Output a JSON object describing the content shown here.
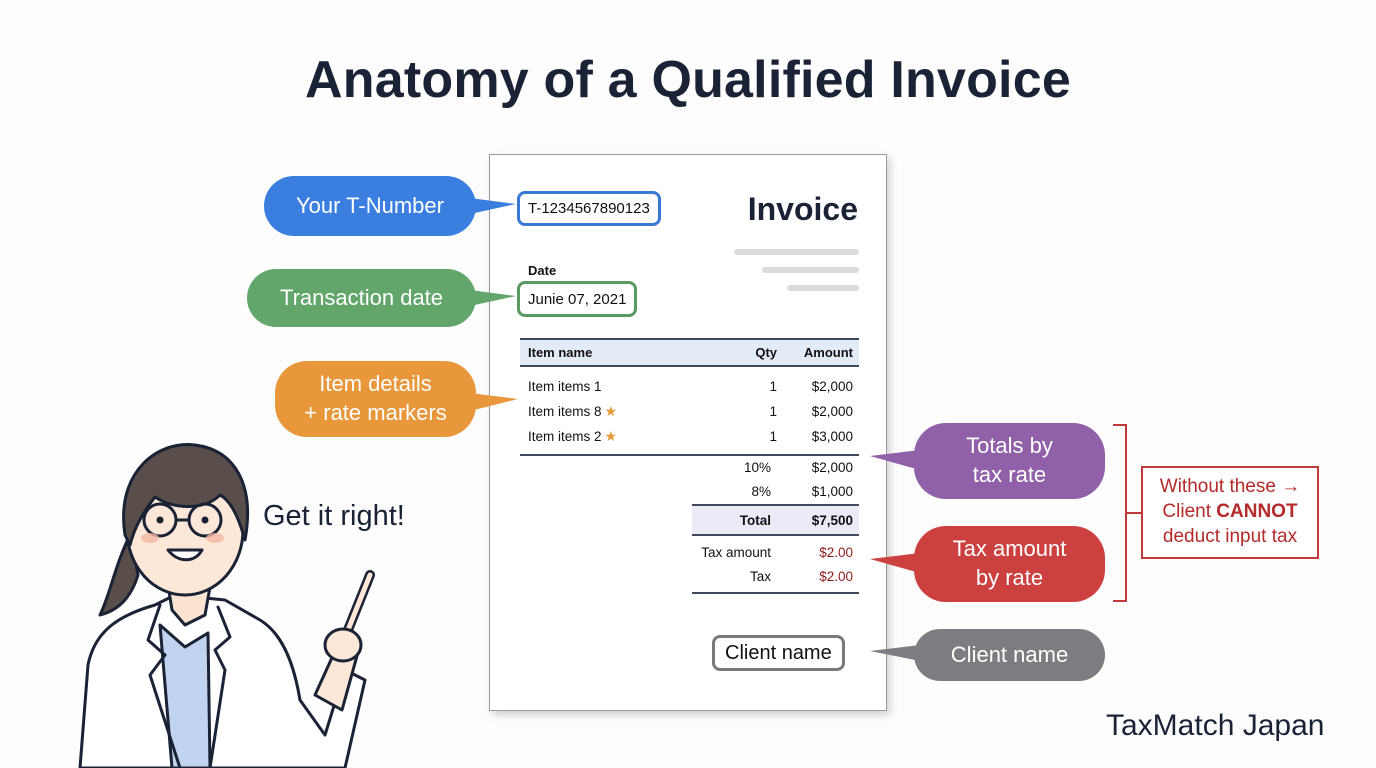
{
  "title": "Anatomy of a Qualified Invoice",
  "invoice": {
    "heading": "Invoice",
    "t_number": "T-1234567890123",
    "date_label": "Date",
    "date_value": "Junie 07, 2021",
    "table": {
      "headers": [
        "Item name",
        "Qty",
        "Amount"
      ],
      "rows": [
        {
          "name": "Item  items  1",
          "qty": "1",
          "amount": "$2,000",
          "marker": ""
        },
        {
          "name": "Item  items  8",
          "qty": "1",
          "amount": "$2,000",
          "marker": "★"
        },
        {
          "name": "Item  items  2",
          "qty": "1",
          "amount": "$3,000",
          "marker": "★"
        }
      ]
    },
    "rate_totals": [
      {
        "rate": "10%",
        "amount": "$2,000"
      },
      {
        "rate": "8%",
        "amount": "$1,000"
      }
    ],
    "total": {
      "label": "Total",
      "amount": "$7,500"
    },
    "taxes": [
      {
        "label": "Tax amount",
        "amount": "$2.00"
      },
      {
        "label": "Tax",
        "amount": "$2.00"
      }
    ],
    "client_name": "Client name"
  },
  "callouts": {
    "t_number": "Your T-Number",
    "transaction_date": "Transaction date",
    "item_details_1": "Item details",
    "item_details_2": "+ rate markers",
    "totals_1": "Totals by",
    "totals_2": "tax rate",
    "tax_amount_1": "Tax amount",
    "tax_amount_2": "by rate",
    "client_name": "Client name"
  },
  "warning": {
    "line1": "Without these →",
    "line2_prefix": "Client ",
    "line2_bold": "CANNOT",
    "line3": "deduct input tax"
  },
  "speech": "Get it right!",
  "brand": "TaxMatch Japan",
  "colors": {
    "blue": "#3a7fe0",
    "green": "#62a66b",
    "orange": "#e8973b",
    "purple": "#9060a8",
    "red": "#cc4040",
    "gray": "#7b7d80",
    "warning": "#c0393b",
    "title": "#1a2235"
  }
}
